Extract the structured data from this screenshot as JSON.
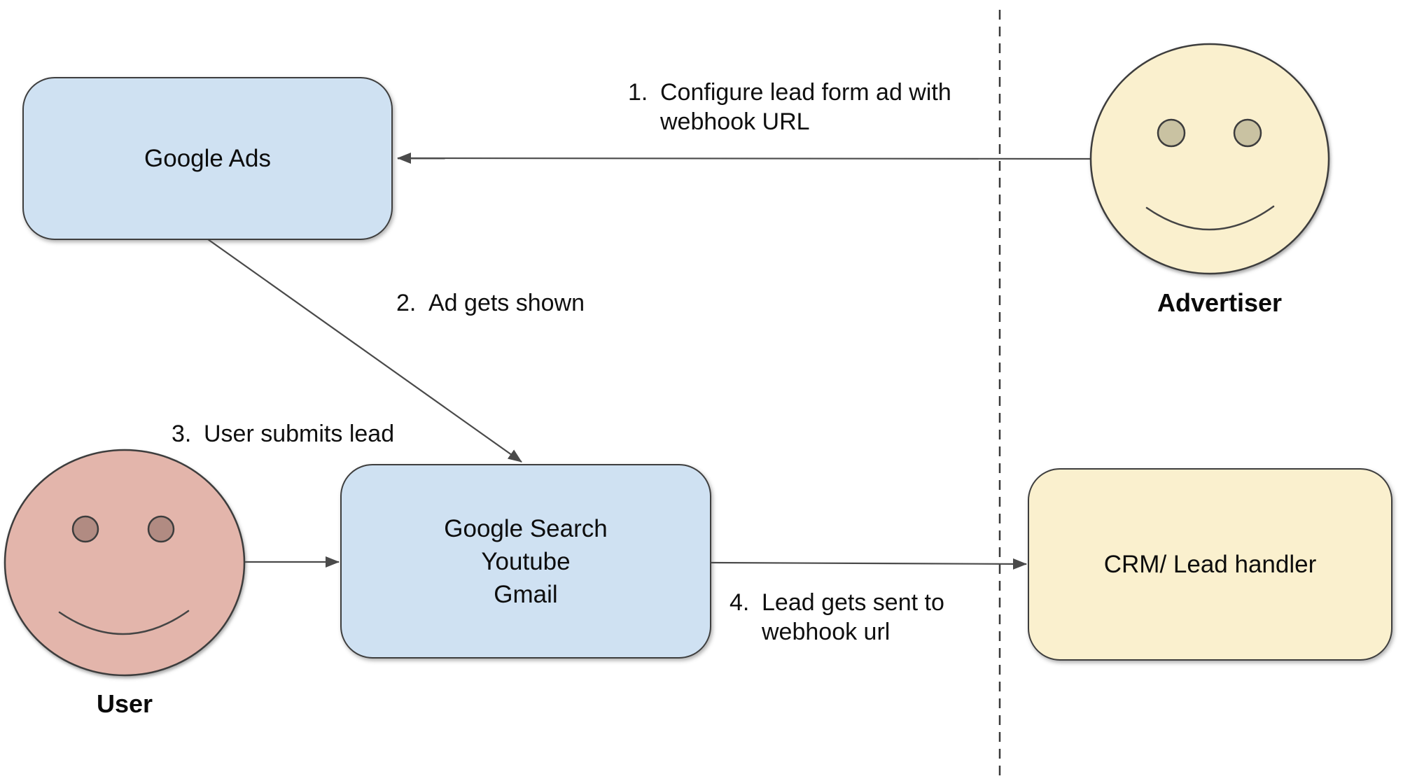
{
  "diagram": {
    "nodes": {
      "google_ads": {
        "label": "Google Ads"
      },
      "google_search": {
        "line1": "Google Search",
        "line2": "Youtube",
        "line3": "Gmail"
      },
      "crm": {
        "label": "CRM/ Lead handler"
      }
    },
    "actors": {
      "advertiser": {
        "label": "Advertiser"
      },
      "user": {
        "label": "User"
      }
    },
    "notes": [
      {
        "num": "1.",
        "line1": "Configure lead form ad with",
        "line2": "webhook URL"
      },
      {
        "num": "2.",
        "line1": "Ad gets shown"
      },
      {
        "num": "3.",
        "line1": "User submits lead"
      },
      {
        "num": "4.",
        "line1": "Lead gets sent to",
        "line2": "webhook url"
      }
    ],
    "colors": {
      "node_blue": "#cfe1f2",
      "node_yellow": "#faf0ce",
      "face_yellow": "#faf0ce",
      "face_pink": "#e3b5ab",
      "eye_tan": "#c9c2a2",
      "eye_mauve": "#b18b82",
      "shape_border": "#3e3e3e",
      "connector": "#4a4a4a",
      "divider": "#3a3a3a",
      "text": "#0f0f0f"
    }
  }
}
